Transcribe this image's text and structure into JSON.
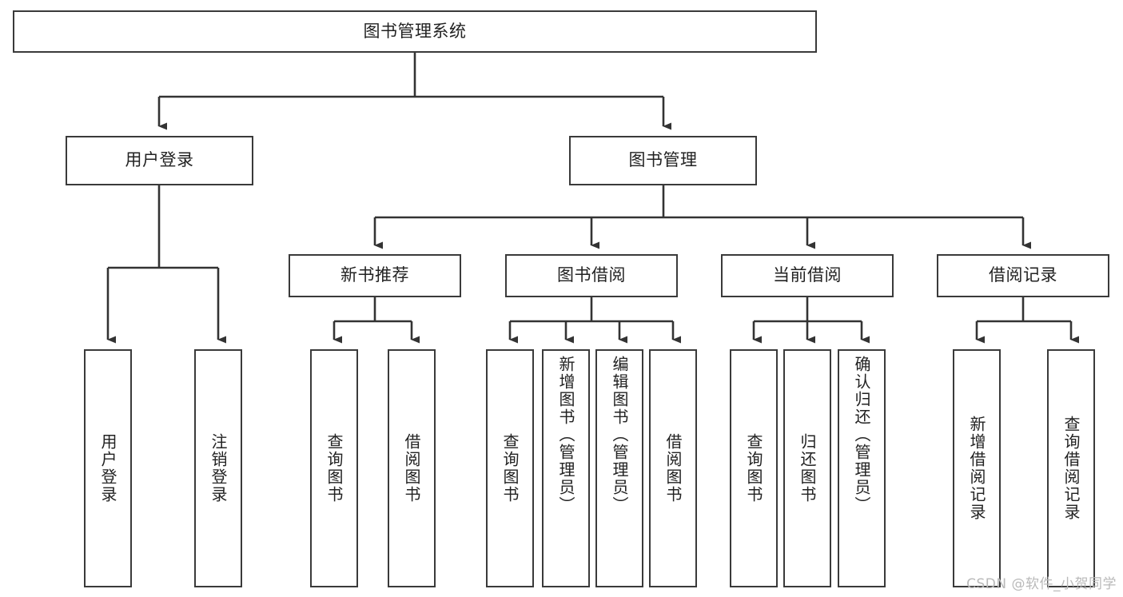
{
  "diagram": {
    "type": "tree-hierarchy",
    "title": "图书管理系统",
    "colors": {
      "box_border": "#3a3a3a",
      "box_fill": "#ffffff",
      "edge": "#333333",
      "text": "#222222",
      "watermark": "#b9b9b9",
      "background": "#ffffff"
    },
    "watermark": "CSDN @软件_小贺同学",
    "levels": {
      "root": {
        "label": "图书管理系统"
      },
      "level2": [
        {
          "label": "用户登录"
        },
        {
          "label": "图书管理"
        }
      ],
      "level3": [
        {
          "label": "新书推荐"
        },
        {
          "label": "图书借阅"
        },
        {
          "label": "当前借阅"
        },
        {
          "label": "借阅记录"
        }
      ],
      "leaves": {
        "user_login": [
          {
            "label": "用户登录"
          },
          {
            "label": "注销登录"
          }
        ],
        "new_book_recommend": [
          {
            "label": "查询图书"
          },
          {
            "label": "借阅图书"
          }
        ],
        "book_borrow": [
          {
            "label": "查询图书"
          },
          {
            "label": "新增图书（管理员）"
          },
          {
            "label": "编辑图书（管理员）"
          },
          {
            "label": "借阅图书"
          }
        ],
        "current_borrow": [
          {
            "label": "查询图书"
          },
          {
            "label": "归还图书"
          },
          {
            "label": "确认归还（管理员）"
          }
        ],
        "borrow_record": [
          {
            "label": "新增借阅记录"
          },
          {
            "label": "查询借阅记录"
          }
        ]
      }
    }
  }
}
